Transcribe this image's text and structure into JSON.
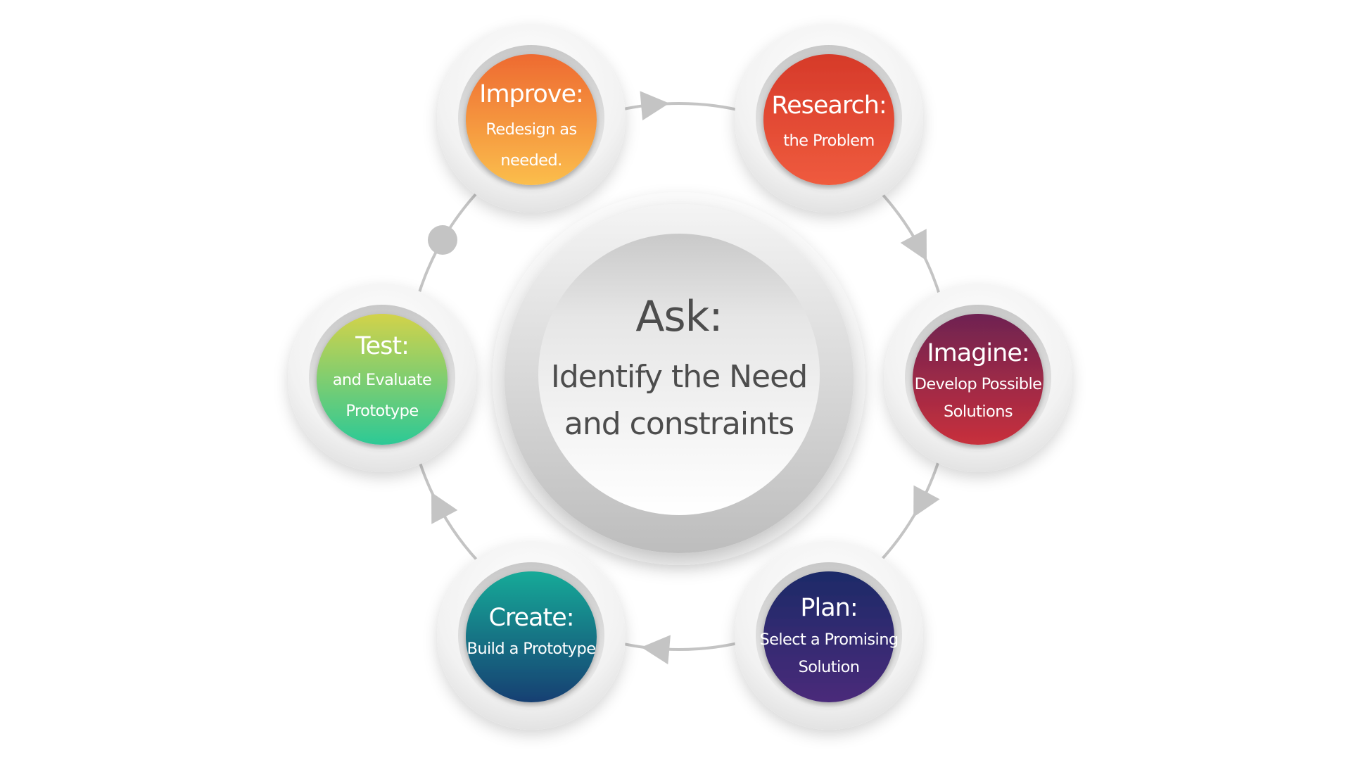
{
  "center": {
    "title": "Ask:",
    "lines": [
      "Identify the Need",
      "and constraints"
    ]
  },
  "steps": [
    {
      "id": "research",
      "title": "Research:",
      "lines": [
        "the Problem"
      ],
      "colors": [
        "#d63a2a",
        "#ef5b3e"
      ]
    },
    {
      "id": "imagine",
      "title": "Imagine:",
      "lines": [
        "Develop Possible",
        "Solutions"
      ],
      "colors": [
        "#6e2352",
        "#c8303c"
      ]
    },
    {
      "id": "plan",
      "title": "Plan:",
      "lines": [
        "Select a Promising",
        "Solution"
      ],
      "colors": [
        "#1c2a68",
        "#4a2a7a"
      ]
    },
    {
      "id": "create",
      "title": "Create:",
      "lines": [
        "Build a Prototype"
      ],
      "colors": [
        "#14aa98",
        "#163f72"
      ]
    },
    {
      "id": "test",
      "title": "Test:",
      "lines": [
        "and Evaluate",
        "Prototype"
      ],
      "colors": [
        "#d2d24a",
        "#2cc996"
      ]
    },
    {
      "id": "improve",
      "title": "Improve:",
      "lines": [
        "Redesign as",
        "needed."
      ],
      "colors": [
        "#ee6a31",
        "#fbbe4c"
      ]
    }
  ]
}
